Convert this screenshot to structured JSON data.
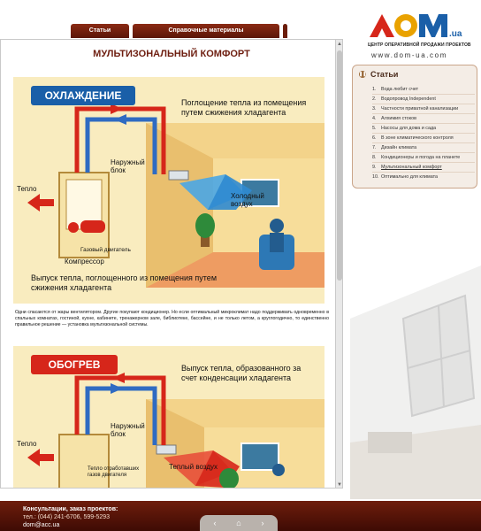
{
  "tabs": [
    {
      "label": "Статьи"
    },
    {
      "label": "Справочные материалы"
    }
  ],
  "logo": {
    "tagline": "ЦЕНТР ОПЕРАТИВНОЙ ПРОДАЖИ ПРОЕКТОВ",
    "url": "www.dom-ua.com"
  },
  "page": {
    "title": "МУЛЬТИЗОНАЛЬНЫЙ КОМФОРТ",
    "body": "Одни спасаются от жары вентилятором. Другие покупают кондиционер. Но если оптимальный микроклимат надо поддерживать одновременно в спальных комнатах, гостиной, кухне, кабинете, тренажерном зале, библиотеке, бассейне, и не только летом, а круглогодично, то единственно правильное решение — установка мультизональной системы."
  },
  "cooling": {
    "badge": "ОХЛАЖДЕНИЕ",
    "absorb": "Поглощение тепла из помещения путем сжижения хладагента",
    "outdoor": "Наружный блок",
    "heat": "Тепло",
    "cold_air": "Холодный воздух",
    "gas_engine": "Газовый двигатель",
    "compressor": "Компрессор",
    "release": "Выпуск тепла, поглощенного из помещения путем сжижения хладагента"
  },
  "heating": {
    "badge": "ОБОГРЕВ",
    "release": "Выпуск тепла, образованного за счет конденсации хладагента",
    "outdoor": "Наружный блок",
    "heat": "Тепло",
    "warm_air": "Теплый воздух",
    "exhaust": "Тепло отработавших газов двигателя"
  },
  "sidebar": {
    "title": "Статьи",
    "items": [
      {
        "num": "1.",
        "label": "Вода любит счет"
      },
      {
        "num": "2.",
        "label": "Водопровод Independent"
      },
      {
        "num": "3.",
        "label": "Частности приватной канализации"
      },
      {
        "num": "4.",
        "label": "Алхимия стоков"
      },
      {
        "num": "5.",
        "label": "Насосы для дома и сада"
      },
      {
        "num": "6.",
        "label": "В зоне климатического контроля"
      },
      {
        "num": "7.",
        "label": "Дизайн климата"
      },
      {
        "num": "8.",
        "label": "Кондиционеры и погода на планете"
      },
      {
        "num": "9.",
        "label": "Мультизональный комфорт"
      },
      {
        "num": "10.",
        "label": "Оптимально для климата"
      }
    ]
  },
  "footer": {
    "line1": "Консультации, заказ проектов:",
    "line2": "тел.: (044) 241-6706, 599-5293",
    "line3": "dom@acc.ua"
  },
  "icons": [
    "prev-icon",
    "home-icon",
    "next-icon"
  ]
}
